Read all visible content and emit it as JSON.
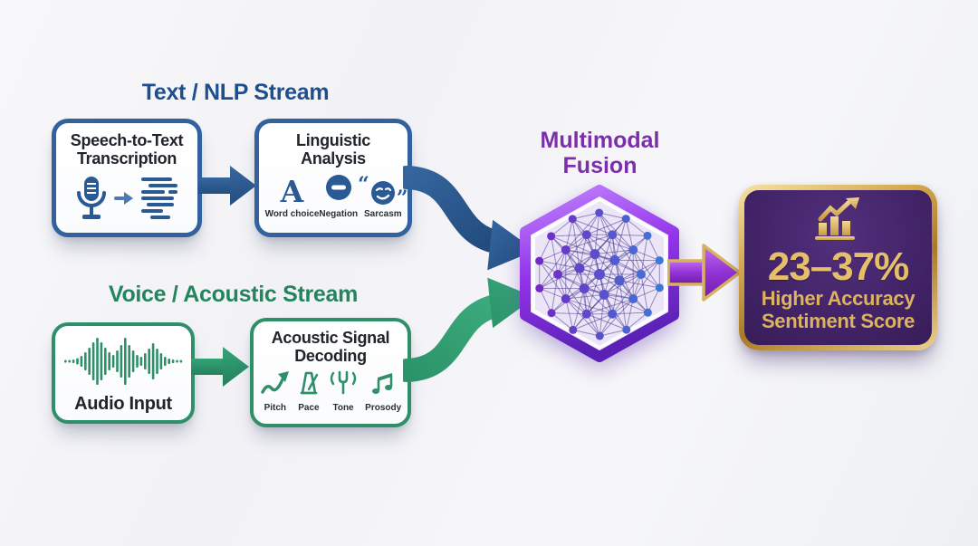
{
  "streams": {
    "text": {
      "header": "Text / NLP Stream",
      "stt": {
        "title": "Speech-to-Text Transcription",
        "icons": [
          "microphone-icon",
          "arrow-right-icon",
          "transcript-lines-icon"
        ]
      },
      "linguistic": {
        "title": "Linguistic Analysis",
        "quote_open": "“",
        "quote_close": "”",
        "features": [
          {
            "label": "Word choice",
            "icon": "letter-a-icon",
            "glyph": "A"
          },
          {
            "label": "Negation",
            "icon": "minus-circle-icon"
          },
          {
            "label": "Sarcasm",
            "icon": "wink-smiley-quote-icon"
          }
        ]
      }
    },
    "voice": {
      "header": "Voice / Acoustic Stream",
      "audio": {
        "title": "Audio Input",
        "icons": [
          "waveform-icon"
        ]
      },
      "acoustic": {
        "title": "Acoustic Signal Decoding",
        "features": [
          {
            "label": "Pitch",
            "icon": "trend-arrow-icon"
          },
          {
            "label": "Pace",
            "icon": "metronome-icon"
          },
          {
            "label": "Tone",
            "icon": "tuning-fork-icon"
          },
          {
            "label": "Prosody",
            "icon": "music-note-icon"
          }
        ]
      }
    }
  },
  "fusion": {
    "title": "Multimodal Fusion",
    "icon": "neural-network-hexagon-icon"
  },
  "result": {
    "percent": "23–37%",
    "line1": "Higher Accuracy",
    "line2": "Sentiment Score",
    "icon": "growth-chart-icon"
  },
  "palette": {
    "text_stream_blue": "#1d4e8f",
    "voice_stream_green": "#23855c",
    "fusion_purple": "#7b2fa8",
    "badge_background": "#432469",
    "badge_gold": "#dcb360"
  }
}
